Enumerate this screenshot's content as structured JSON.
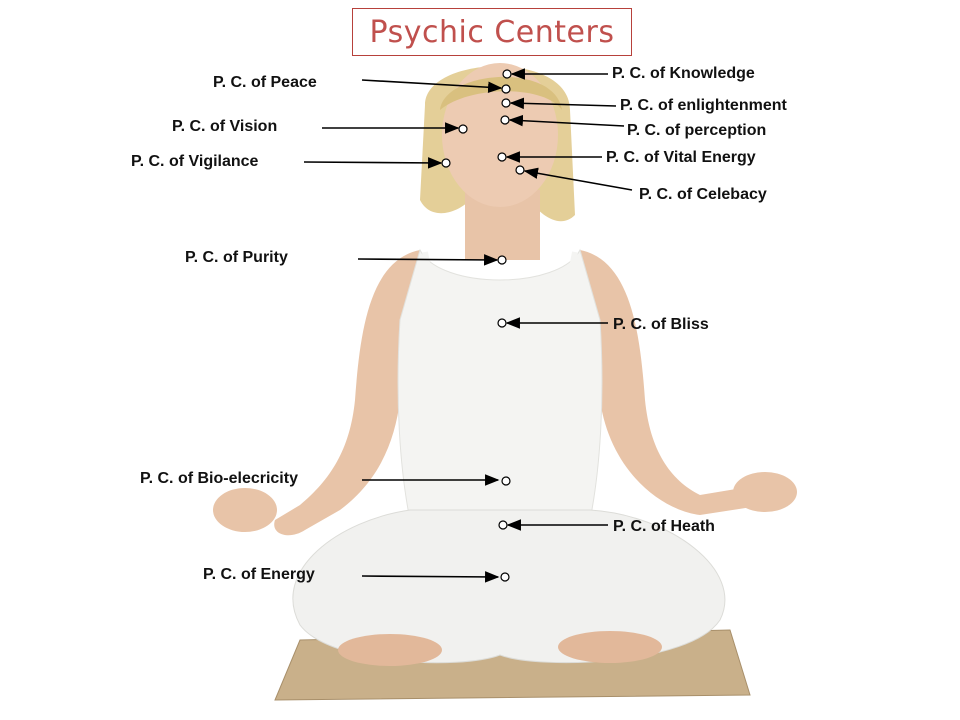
{
  "title": "Psychic Centers",
  "colors": {
    "title_text": "#c0504d",
    "title_border": "#b7413b",
    "arrow": "#000000",
    "skin": "#e8c4a8",
    "hair": "#e4cf98",
    "clothing": "#f4f4f2",
    "mat": "#c9b08a"
  },
  "labels": {
    "knowledge": "P. C. of Knowledge",
    "peace": "P. C. of Peace",
    "enlightenment": "P. C. of enlightenment",
    "vision": "P. C. of Vision",
    "perception": "P. C. of perception",
    "vital_energy": "P. C. of Vital Energy",
    "vigilance": "P. C. of Vigilance",
    "celebacy": "P. C. of Celebacy",
    "purity": "P. C. of Purity",
    "bliss": "P. C. of Bliss",
    "bio_electricity": "P. C. of Bio-elecricity",
    "heath": "P. C. of Heath",
    "energy": "P. C. of Energy"
  }
}
